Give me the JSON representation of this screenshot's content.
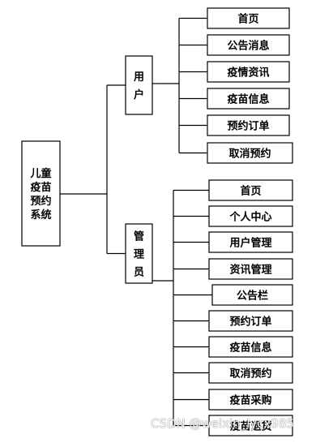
{
  "root": {
    "label": "儿童疫苗预约系统"
  },
  "branches": [
    {
      "label": "用户",
      "children": [
        "首页",
        "公告消息",
        "疫情资讯",
        "疫苗信息",
        "预约订单",
        "取消预约"
      ]
    },
    {
      "label": "管理员",
      "children": [
        "首页",
        "个人中心",
        "用户管理",
        "资讯管理",
        "公告栏",
        "预约订单",
        "疫苗信息",
        "取消预约",
        "疫苗采购",
        "疫苗退货"
      ]
    }
  ],
  "watermark": "CSDN @weixin_lycx985"
}
